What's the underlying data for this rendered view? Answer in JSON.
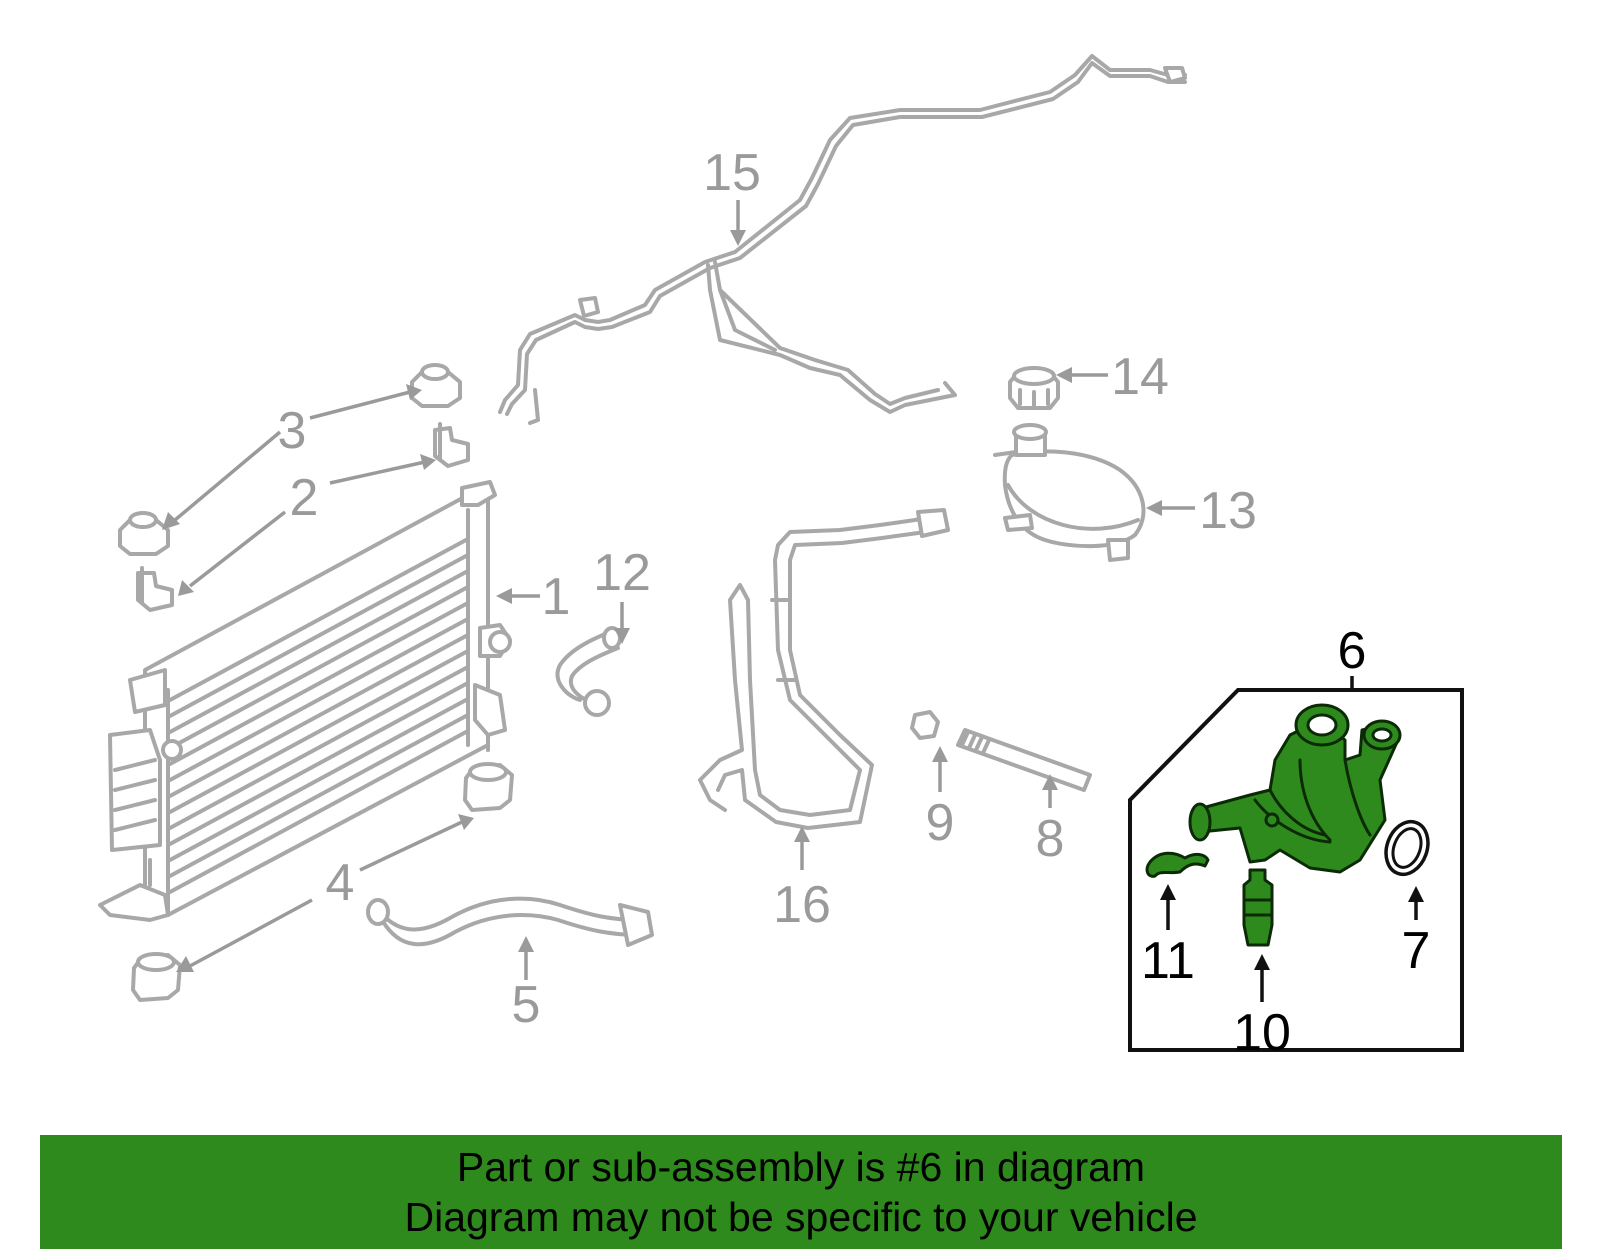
{
  "diagram": {
    "callouts": [
      {
        "id": "1",
        "label": "1"
      },
      {
        "id": "2",
        "label": "2"
      },
      {
        "id": "3",
        "label": "3"
      },
      {
        "id": "4",
        "label": "4"
      },
      {
        "id": "5",
        "label": "5"
      },
      {
        "id": "6",
        "label": "6"
      },
      {
        "id": "7",
        "label": "7"
      },
      {
        "id": "8",
        "label": "8"
      },
      {
        "id": "9",
        "label": "9"
      },
      {
        "id": "10",
        "label": "10"
      },
      {
        "id": "11",
        "label": "11"
      },
      {
        "id": "12",
        "label": "12"
      },
      {
        "id": "13",
        "label": "13"
      },
      {
        "id": "14",
        "label": "14"
      },
      {
        "id": "15",
        "label": "15"
      },
      {
        "id": "16",
        "label": "16"
      }
    ],
    "highlighted_part": "6"
  },
  "banner": {
    "line1": "Part or sub-assembly is #6 in diagram",
    "line2": "Diagram may not be specific to your vehicle"
  },
  "colors": {
    "highlight": "#2f8a1e",
    "banner": "#2e8a1c",
    "inactive": "#a8a8a8",
    "active_text": "#000000"
  }
}
